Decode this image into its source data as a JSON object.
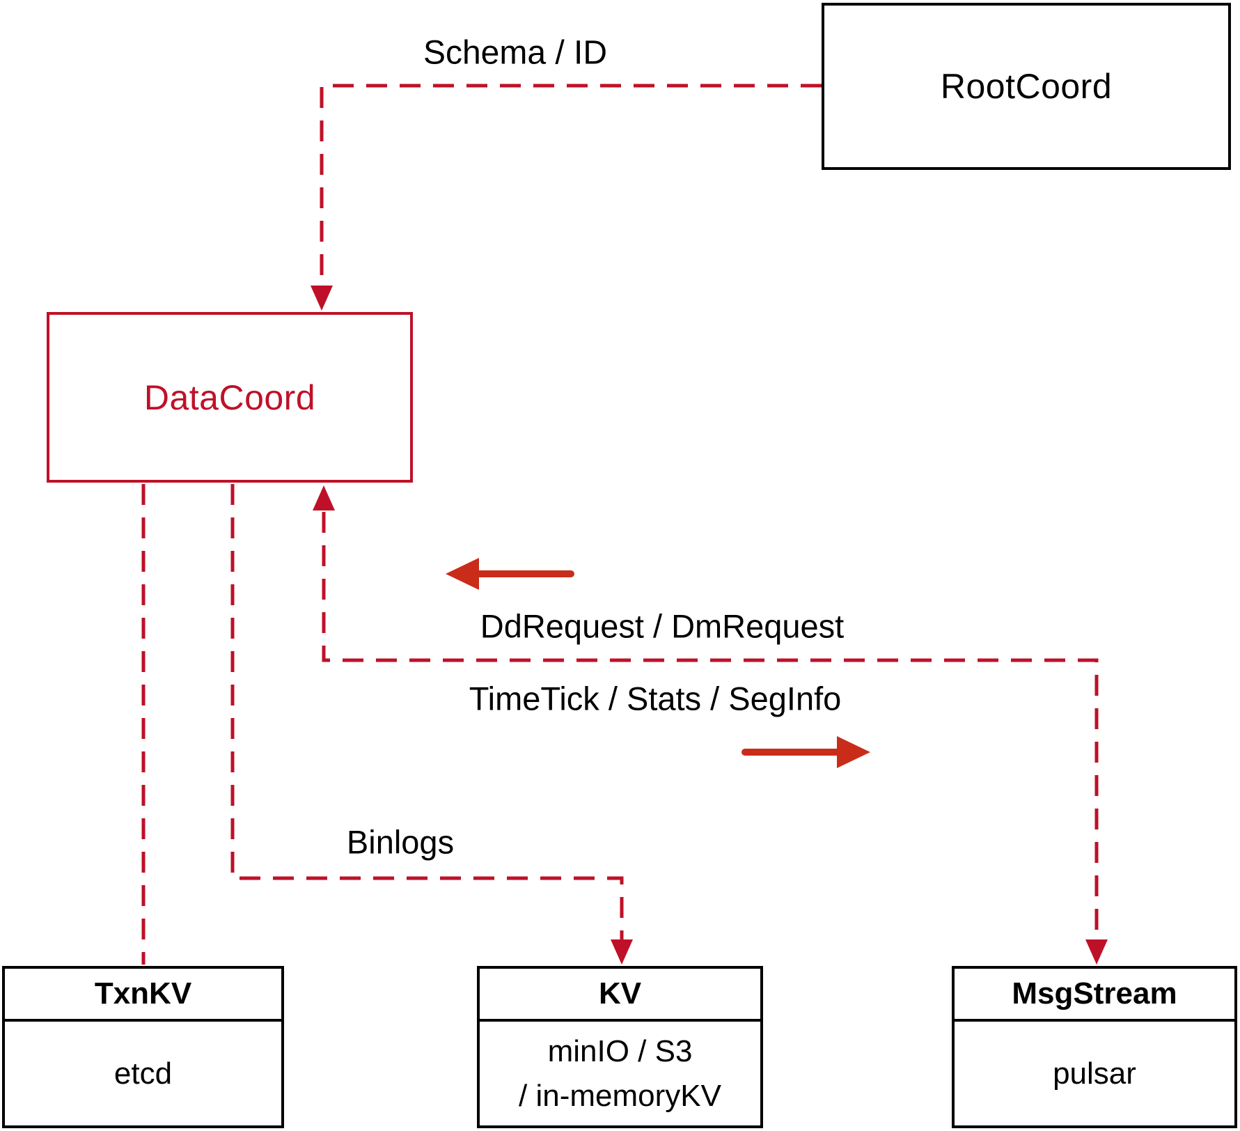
{
  "diagram": {
    "colors": {
      "crimson_dashed_lines": "#BE1128",
      "vermilion_solid_arrows": "#C92D1A",
      "box_border_black": "#000000"
    },
    "nodes": {
      "rootcoord": {
        "label": "RootCoord"
      },
      "datacoord": {
        "label": "DataCoord"
      },
      "txnkv": {
        "title": "TxnKV",
        "body": "etcd"
      },
      "kv": {
        "title": "KV",
        "body_line1": "minIO / S3",
        "body_line2": "/ in-memoryKV"
      },
      "msgstream": {
        "title": "MsgStream",
        "body": "pulsar"
      }
    },
    "edges": {
      "schema_id": {
        "label": "Schema / ID"
      },
      "dd_request": {
        "label": "DdRequest / DmRequest"
      },
      "timetick": {
        "label": "TimeTick / Stats / SegInfo"
      },
      "binlogs": {
        "label": "Binlogs"
      }
    }
  }
}
